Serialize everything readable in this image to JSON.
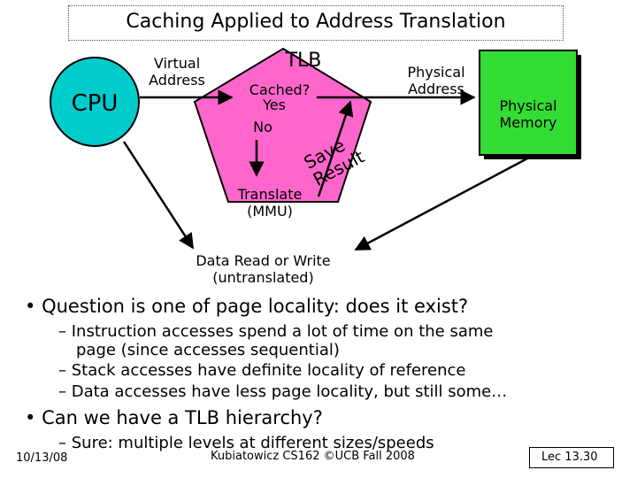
{
  "title": "Caching Applied to Address Translation",
  "diagram": {
    "cpu": "CPU",
    "virtual_address": [
      "Virtual",
      "Address"
    ],
    "tlb": "TLB",
    "cached": "Cached?",
    "yes": "Yes",
    "no": "No",
    "save": "Save",
    "result": "Result",
    "translate": [
      "Translate",
      "(MMU)"
    ],
    "physical_address": [
      "Physical",
      "Address"
    ],
    "physical_memory": [
      "Physical",
      "Memory"
    ],
    "data_rw": [
      "Data Read or Write",
      "(untranslated)"
    ]
  },
  "colors": {
    "cpu_fill": "#00cccc",
    "tlb_fill": "#ff66cc",
    "memory_fill": "#33dd33"
  },
  "bullets": [
    {
      "text": "Question is one of page locality: does it exist?",
      "sub": [
        [
          "Instruction accesses spend a lot of time on the same",
          "page (since accesses sequential)"
        ],
        [
          "Stack accesses have definite locality of reference"
        ],
        [
          "Data accesses have less page locality, but still some…"
        ]
      ]
    },
    {
      "text": "Can we have a TLB hierarchy?",
      "sub": [
        [
          "Sure: multiple levels at different sizes/speeds"
        ]
      ]
    }
  ],
  "footer": {
    "date": "10/13/08",
    "credit": "Kubiatowicz CS162 ©UCB Fall 2008",
    "lecture": "Lec 13.30"
  }
}
